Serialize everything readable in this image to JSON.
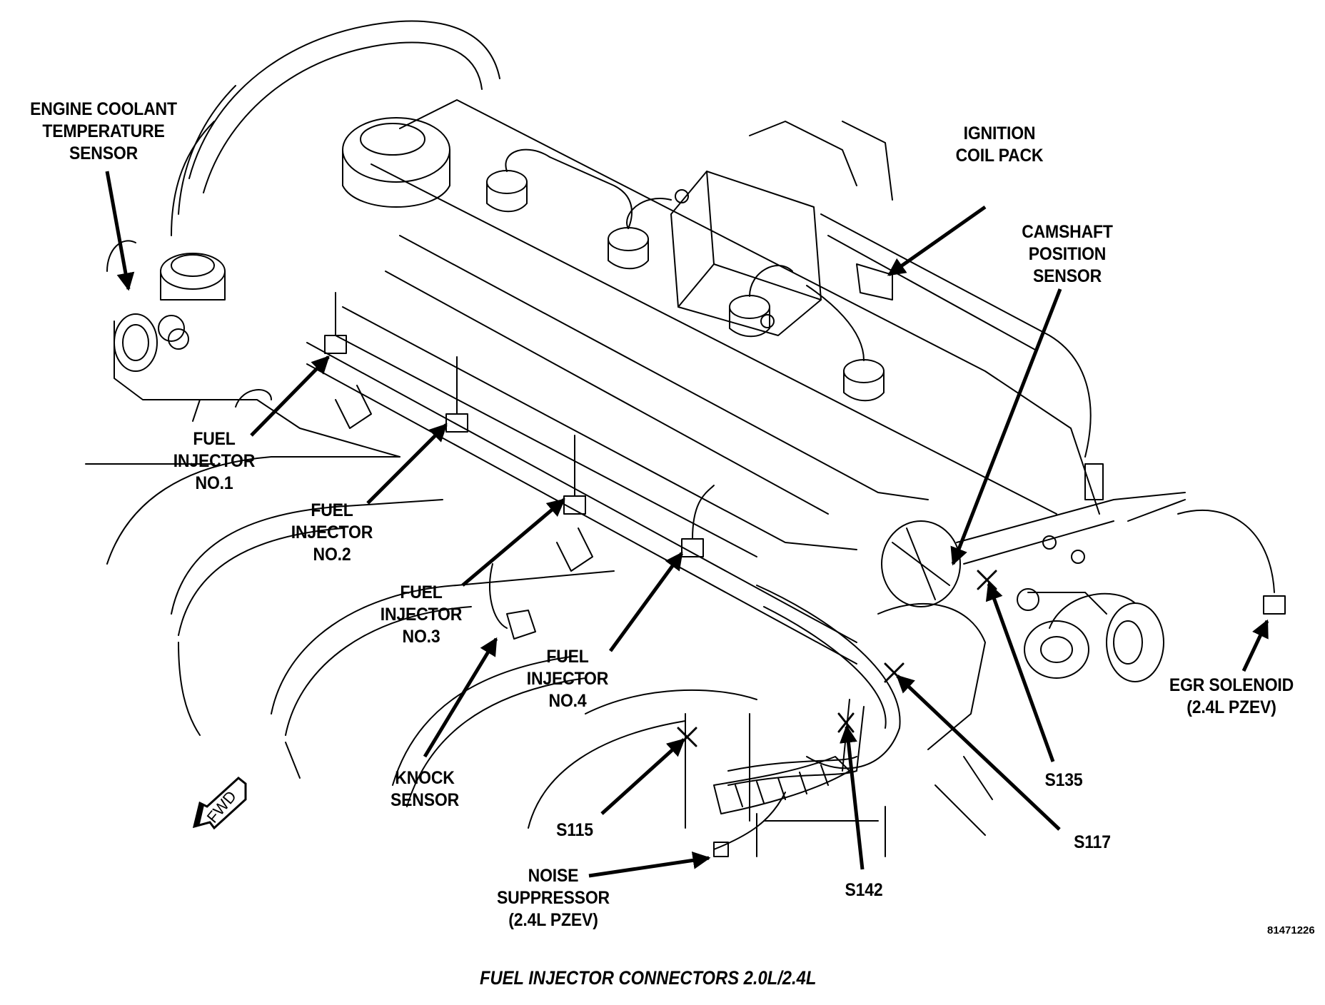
{
  "figure": {
    "caption": "FUEL INJECTOR CONNECTORS 2.0L/2.4L",
    "reference_number": "81471226",
    "orientation_marker": "FWD"
  },
  "labels": [
    {
      "id": "ect-sensor",
      "lines": [
        "ENGINE COOLANT",
        "TEMPERATURE",
        "SENSOR"
      ]
    },
    {
      "id": "ignition-coil-pack",
      "lines": [
        "IGNITION",
        "COIL PACK"
      ]
    },
    {
      "id": "camshaft-position-sensor",
      "lines": [
        "CAMSHAFT",
        "POSITION",
        "SENSOR"
      ]
    },
    {
      "id": "fuel-injector-1",
      "lines": [
        "FUEL",
        "INJECTOR",
        "NO.1"
      ]
    },
    {
      "id": "fuel-injector-2",
      "lines": [
        "FUEL",
        "INJECTOR",
        "NO.2"
      ]
    },
    {
      "id": "fuel-injector-3",
      "lines": [
        "FUEL",
        "INJECTOR",
        "NO.3"
      ]
    },
    {
      "id": "fuel-injector-4",
      "lines": [
        "FUEL",
        "INJECTOR",
        "NO.4"
      ]
    },
    {
      "id": "knock-sensor",
      "lines": [
        "KNOCK",
        "SENSOR"
      ]
    },
    {
      "id": "egr-solenoid",
      "lines": [
        "EGR SOLENOID",
        "(2.4L PZEV)"
      ]
    },
    {
      "id": "noise-suppressor",
      "lines": [
        "NOISE",
        "SUPPRESSOR",
        "(2.4L PZEV)"
      ]
    },
    {
      "id": "splice-s115",
      "lines": [
        "S115"
      ]
    },
    {
      "id": "splice-s142",
      "lines": [
        "S142"
      ]
    },
    {
      "id": "splice-s117",
      "lines": [
        "S117"
      ]
    },
    {
      "id": "splice-s135",
      "lines": [
        "S135"
      ]
    }
  ]
}
